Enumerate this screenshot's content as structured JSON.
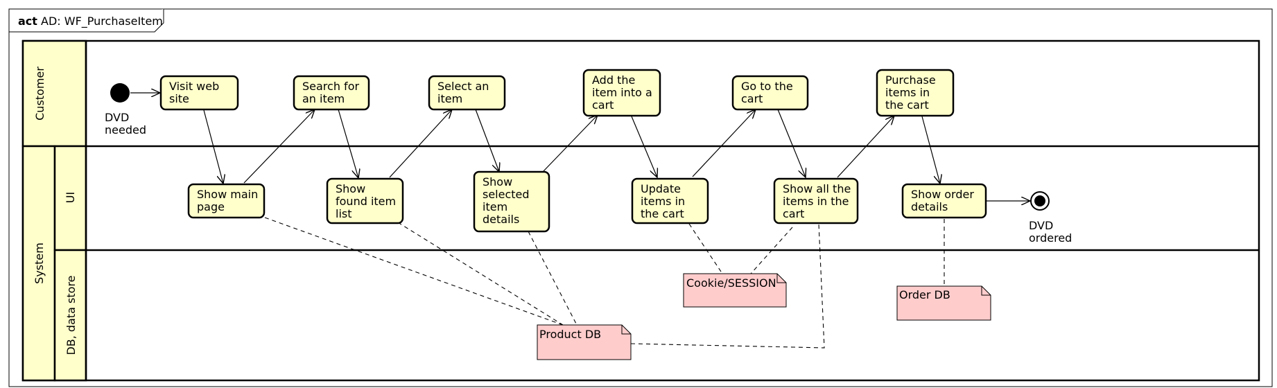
{
  "frame": {
    "keyword": "act",
    "name": "AD: WF_PurchaseItem"
  },
  "lanes": {
    "customer": "Customer",
    "system": "System",
    "ui": "UI",
    "db": "DB, data store"
  },
  "nodes": {
    "start": {
      "label_lines": [
        "DVD",
        "needed"
      ]
    },
    "end": {
      "label_lines": [
        "DVD",
        "ordered"
      ]
    }
  },
  "actions": {
    "visit": {
      "lines": [
        "Visit web",
        "site"
      ]
    },
    "search": {
      "lines": [
        "Search for",
        "an item"
      ]
    },
    "select": {
      "lines": [
        "Select an",
        "item"
      ]
    },
    "add": {
      "lines": [
        "Add the",
        "item into a",
        "cart"
      ]
    },
    "goto": {
      "lines": [
        "Go to the",
        "cart"
      ]
    },
    "purchase": {
      "lines": [
        "Purchase",
        "items in",
        "the cart"
      ]
    },
    "show_main": {
      "lines": [
        "Show main",
        "page"
      ]
    },
    "show_found": {
      "lines": [
        "Show",
        "found item",
        "list"
      ]
    },
    "show_selected": {
      "lines": [
        "Show",
        "selected",
        "item",
        "details"
      ]
    },
    "update": {
      "lines": [
        "Update",
        "items in",
        "the cart"
      ]
    },
    "show_all": {
      "lines": [
        "Show all the",
        "items in the",
        "cart"
      ]
    },
    "show_order": {
      "lines": [
        "Show order",
        "details"
      ]
    }
  },
  "notes": {
    "cookie": "Cookie/SESSION",
    "order_db": "Order DB",
    "product_db": "Product DB"
  },
  "colors": {
    "action_fill": "#ffffcc",
    "lane_header_fill": "#ffffcc",
    "note_fill": "#ffcccc",
    "line": "#000000"
  }
}
